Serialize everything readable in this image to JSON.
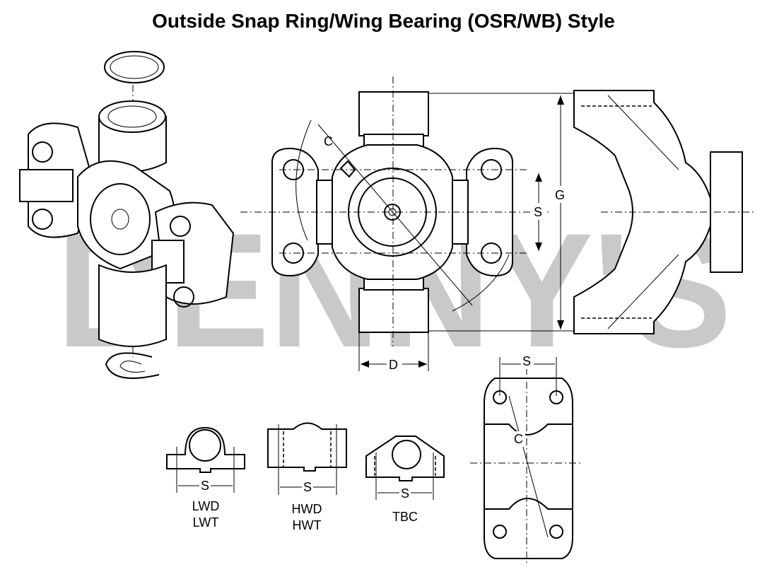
{
  "title": "Outside Snap Ring/Wing Bearing (OSR/WB) Style",
  "watermark": "DENNY'S",
  "dimensions": {
    "c": "C",
    "g": "G",
    "s": "S",
    "d": "D"
  },
  "bearing_styles": [
    {
      "line1": "LWD",
      "line2": "LWT",
      "dim": "S"
    },
    {
      "line1": "HWD",
      "line2": "HWT",
      "dim": "S"
    },
    {
      "line1": "TBC",
      "line2": "",
      "dim": "S"
    }
  ],
  "strap": {
    "s": "S",
    "c": "C"
  }
}
